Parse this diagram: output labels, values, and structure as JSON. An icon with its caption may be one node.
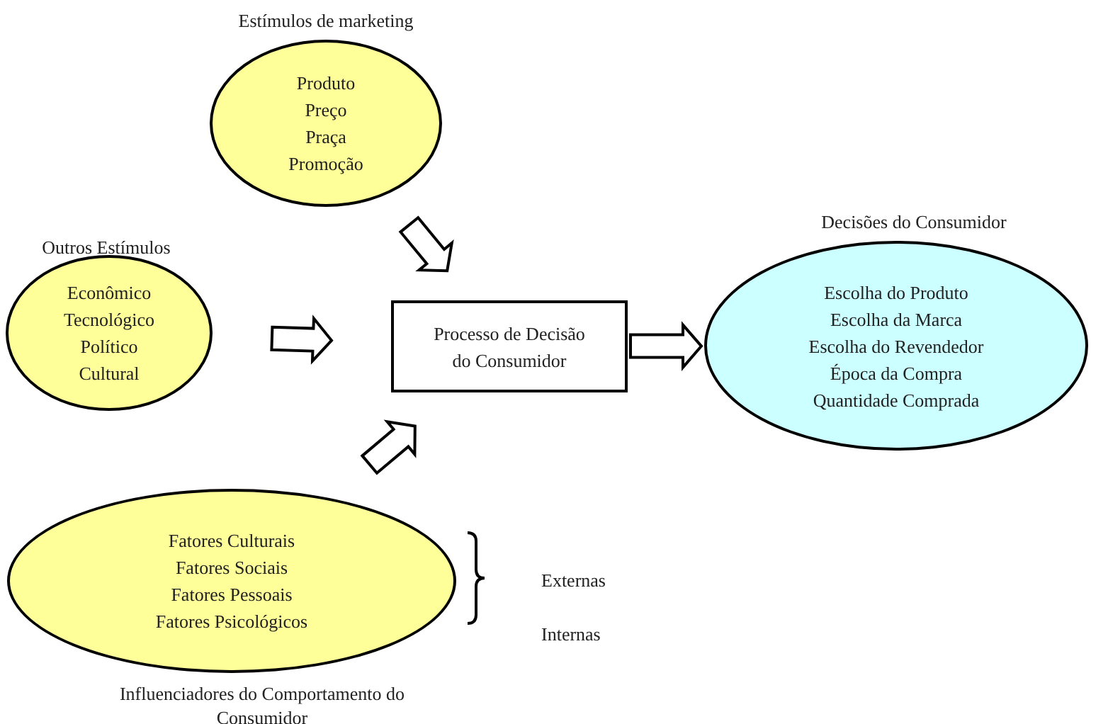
{
  "diagram": {
    "nodes": [
      {
        "text": [
          "Estímulos de marketing",
          "Produto",
          "Preço",
          "Praça",
          "Promoção"
        ]
      },
      {
        "text": [
          "Outros Estímulos",
          "Econômico",
          "Tecnológico",
          "Político",
          "Cultural"
        ]
      },
      {
        "text": [
          "Processo de Decisão do Consumidor"
        ]
      },
      {
        "text": [
          "Fatores Culturais",
          "Fatores Sociais",
          "Fatores Pessoais",
          "Fatores Psicológicos",
          "Influenciadores do Comportamento do Consumidor"
        ]
      },
      {
        "text": [
          "Decisões do Consumidor",
          "Escolha do Produto",
          "Escolha da Marca",
          "Escolha do Revendedor",
          "Época da Compra",
          "Quantidade Comprada"
        ]
      }
    ],
    "edges": [
      {
        "from": 0,
        "to": 2,
        "arrow": "to"
      },
      {
        "from": 1,
        "to": 2,
        "arrow": "to"
      },
      {
        "from": 3,
        "to": 2,
        "arrow": "to"
      },
      {
        "from": 2,
        "to": 4,
        "arrow": "to"
      }
    ],
    "labels": [
      "Externas",
      "Internas"
    ]
  }
}
